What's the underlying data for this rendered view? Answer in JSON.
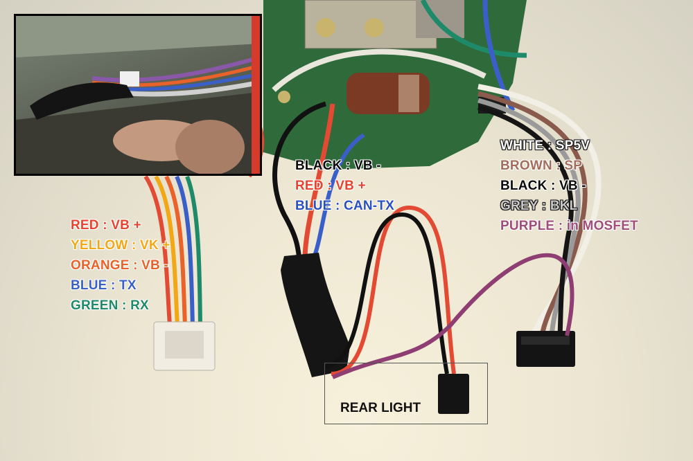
{
  "colors": {
    "red": "#e8432f",
    "yellow": "#f2a816",
    "orange": "#e8622a",
    "blue": "#3a5fc8",
    "green": "#1f8a6a",
    "white": "#ffffff",
    "brown": "#a36d5c",
    "black": "#0a0a0a",
    "grey": "#c8c8c8",
    "purple": "#a04d7a",
    "pcb": "#2f6b3a"
  },
  "left_legend": [
    {
      "color": "RED",
      "sep": " : ",
      "meaning": "VB +"
    },
    {
      "color": "YELLOW",
      "sep": " : ",
      "meaning": "VK +"
    },
    {
      "color": "ORANGE",
      "sep": " : ",
      "meaning": "VB -"
    },
    {
      "color": "BLUE",
      "sep": " : ",
      "meaning": "TX"
    },
    {
      "color": "GREEN",
      "sep": " : ",
      "meaning": "RX"
    }
  ],
  "center_legend": [
    {
      "color": "BLACK",
      "sep": " : ",
      "meaning": "VB -"
    },
    {
      "color": "RED",
      "sep": " : ",
      "meaning": "VB +"
    },
    {
      "color": "BLUE",
      "sep": " : ",
      "meaning": "CAN-TX"
    }
  ],
  "right_legend": [
    {
      "color": "WHITE",
      "sep": " : ",
      "meaning": "SP5V"
    },
    {
      "color": "BROWN",
      "sep": " : ",
      "meaning": "SP"
    },
    {
      "color": "BLACK",
      "sep": " : ",
      "meaning": "VB -"
    },
    {
      "color": "GREY",
      "sep": " : ",
      "meaning": "BKL"
    },
    {
      "color": "PURPLE",
      "sep": " : ",
      "meaning": "in MOSFET"
    }
  ],
  "rear_light_label": "REAR LIGHT"
}
